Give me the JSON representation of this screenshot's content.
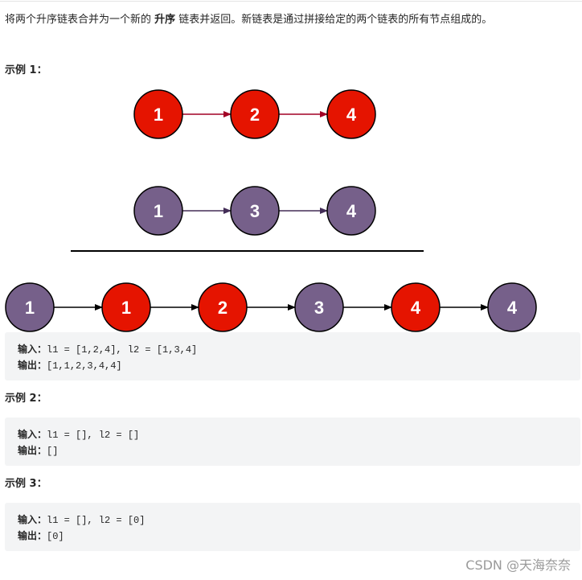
{
  "description": {
    "text_before": "将两个升序链表合并为一个新的 ",
    "emphasis": "升序",
    "text_after": " 链表并返回。新链表是通过拼接给定的两个链表的所有节点组成的。"
  },
  "diagram": {
    "colors": {
      "arrow_list1": "#a20025",
      "arrow_list2": "#432d57",
      "arrow_merged": "#000000"
    },
    "list1": [
      {
        "value": "1",
        "fill": "#e51400"
      },
      {
        "value": "2",
        "fill": "#e51400"
      },
      {
        "value": "4",
        "fill": "#e51400"
      }
    ],
    "list2": [
      {
        "value": "1",
        "fill": "#76608a"
      },
      {
        "value": "3",
        "fill": "#76608a"
      },
      {
        "value": "4",
        "fill": "#76608a"
      }
    ],
    "merged": [
      {
        "value": "1",
        "fill": "#76608a"
      },
      {
        "value": "1",
        "fill": "#e51400"
      },
      {
        "value": "2",
        "fill": "#e51400"
      },
      {
        "value": "3",
        "fill": "#76608a"
      },
      {
        "value": "4",
        "fill": "#e51400"
      },
      {
        "value": "4",
        "fill": "#76608a"
      }
    ]
  },
  "examples": [
    {
      "title": "示例 1：",
      "input_label": "输入：",
      "input": "l1 = [1,2,4], l2 = [1,3,4]",
      "output_label": "输出：",
      "output": "[1,1,2,3,4,4]"
    },
    {
      "title": "示例 2：",
      "input_label": "输入：",
      "input": "l1 = [], l2 = []",
      "output_label": "输出：",
      "output": "[]"
    },
    {
      "title": "示例 3：",
      "input_label": "输入：",
      "input": "l1 = [], l2 = [0]",
      "output_label": "输出：",
      "output": "[0]"
    }
  ],
  "watermark": "CSDN @天海奈奈"
}
